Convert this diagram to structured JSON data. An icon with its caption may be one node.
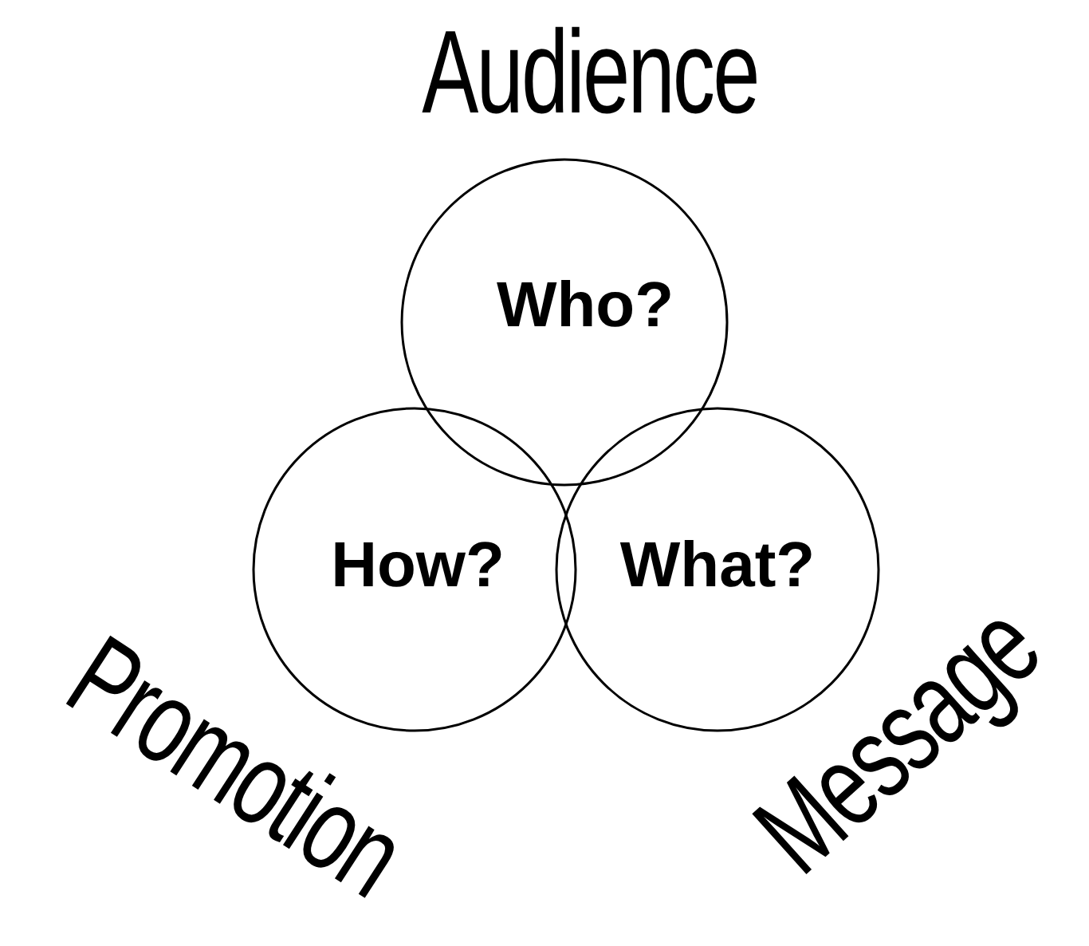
{
  "diagram": {
    "nodes": [
      {
        "text": [
          "Audience",
          "Who?"
        ]
      },
      {
        "text": [
          "Promotion",
          "How?"
        ]
      },
      {
        "text": [
          "Message",
          "What?"
        ]
      }
    ]
  }
}
